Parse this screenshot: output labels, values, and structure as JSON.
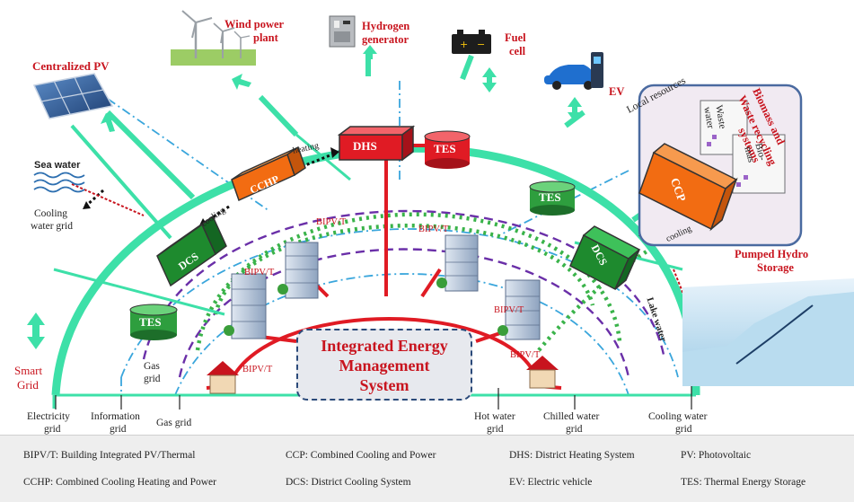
{
  "center": {
    "line1": "Integrated Energy",
    "line2": "Management",
    "line3": "System"
  },
  "sources": {
    "centralized_pv": "Centralized PV",
    "wind_line1": "Wind power",
    "wind_line2": "plant",
    "hydrogen_line1": "Hydrogen",
    "hydrogen_line2": "generator",
    "fuel_line1": "Fuel",
    "fuel_line2": "cell",
    "ev": "EV",
    "biomass_line1": "Biomass and",
    "biomass_line2": "Waste recycling",
    "biomass_line3": "systems",
    "local_resources": "Local resources",
    "waste_line1": "Waste",
    "waste_line2": "water",
    "bio_line1": "Bio-",
    "bio_line2": "mas",
    "pumped_line1": "Pumped Hydro",
    "pumped_line2": "Storage",
    "sea_water": "Sea water",
    "smart_grid_line1": "Smart",
    "smart_grid_line2": "Grid"
  },
  "units": {
    "dhs": "DHS",
    "tes_top": "TES",
    "tes_right": "TES",
    "tes_left": "TES",
    "cchp": "CCHP",
    "dcs_left": "DCS",
    "dcs_right": "DCS",
    "ccp": "CCP"
  },
  "flows": {
    "heating": "heating",
    "cooling_left": "cooling",
    "cooling_right": "cooling",
    "bipvt_1": "BIPV/T",
    "bipvt_2": "BIPV/T",
    "bipvt_3": "BIPV/T",
    "bipvt_4": "BIPV/T",
    "bipvt_5": "BIPV/T",
    "bipvt_6": "BIPV/T",
    "lake_water": "Lake water"
  },
  "grids": {
    "cooling_water_left_1": "Cooling",
    "cooling_water_left_2": "water grid",
    "gas_inner_1": "Gas",
    "gas_inner_2": "grid",
    "electricity_1": "Electricity",
    "electricity_2": "grid",
    "information_1": "Information",
    "information_2": "grid",
    "gas_grid": "Gas grid",
    "hot_water_1": "Hot water",
    "hot_water_2": "grid",
    "chilled_water_1": "Chilled water",
    "chilled_water_2": "grid",
    "cooling_water_right_1": "Cooling water",
    "cooling_water_right_2": "grid"
  },
  "legend": {
    "bipvt": "BIPV/T: Building Integrated PV/Thermal",
    "ccp": "CCP: Combined Cooling and Power",
    "dhs": "DHS: District Heating System",
    "pv": "PV: Photovoltaic",
    "cchp": "CCHP: Combined Cooling Heating and Power",
    "dcs": "DCS: District Cooling System",
    "ev": "EV: Electric vehicle",
    "tes": "TES: Thermal Energy Storage"
  },
  "colors": {
    "electricity": "#3de0a8",
    "heat": "#e01b24",
    "information": "#3aa6dc",
    "gas": "#6a2fa8",
    "cooling": "#3ab34a",
    "label_red": "#c8141e"
  }
}
